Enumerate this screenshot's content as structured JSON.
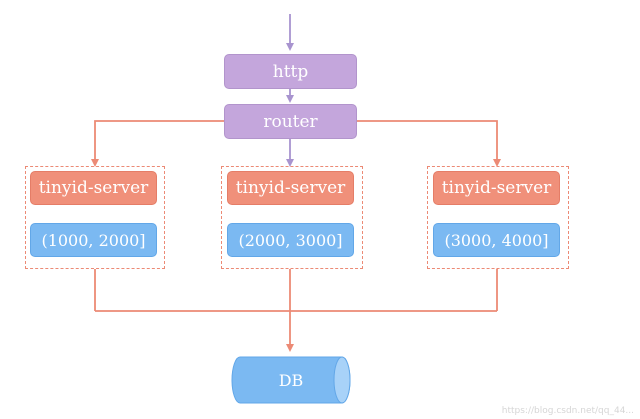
{
  "nodes": {
    "http": "http",
    "router": "router",
    "servers": [
      {
        "label": "tinyid-server",
        "range": "(1000, 2000]"
      },
      {
        "label": "tinyid-server",
        "range": "(2000, 3000]"
      },
      {
        "label": "tinyid-server",
        "range": "(3000, 4000]"
      }
    ],
    "db": "DB"
  },
  "watermark": "https://blog.csdn.net/qq_44...",
  "colors": {
    "purple_node": "#c4a6dc",
    "purple_arrow": "#a894cf",
    "server_node": "#f0907a",
    "range_node": "#7bb9f2",
    "connector": "#ec8a75",
    "db": "#7bb9f2"
  }
}
